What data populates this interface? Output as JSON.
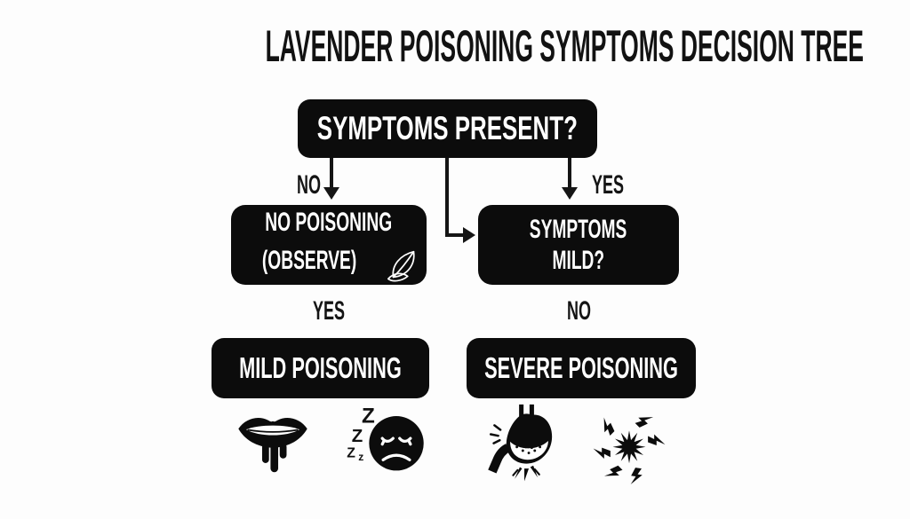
{
  "title": "LAVENDER POISONING SYMPTOMS DECISION TREE",
  "tree": {
    "root": {
      "label": "SYMPTOMS PRESENT?"
    },
    "branch_no_label": "NO",
    "branch_yes_label": "YES",
    "no_poisoning": {
      "line1": "NO POISONING",
      "line2": "(OBSERVE)",
      "icon": "leaf-icon"
    },
    "symptoms_mild": {
      "line1": "SYMPTOMS",
      "line2": "MILD?"
    },
    "mild_branch_label": "YES",
    "severe_branch_label": "NO",
    "mild": {
      "label": "MILD POISONING"
    },
    "severe": {
      "label": "SEVERE POISONING"
    }
  },
  "icons": {
    "mild_symptoms": [
      "drooling-mouth-icon",
      "drowsy-face-icon"
    ],
    "severe_symptoms": [
      "stomach-pain-icon",
      "pain-burst-icon"
    ],
    "sleep_letters": {
      "z1": "Z",
      "z2": "Z",
      "z3": "Z",
      "z4": "z"
    }
  },
  "colors": {
    "background": "#fdfdfd",
    "node_fill": "#0c0c0c",
    "node_text": "#ffffff",
    "line": "#151515"
  }
}
